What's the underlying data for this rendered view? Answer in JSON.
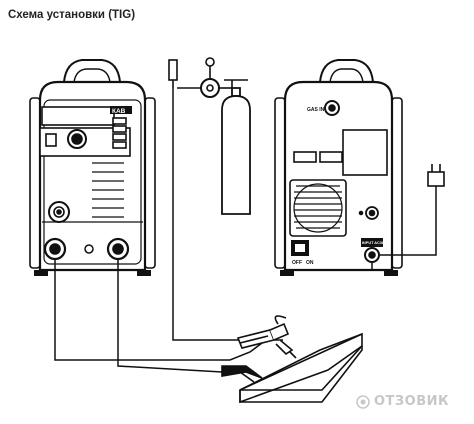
{
  "title": "Схема установки (TIG)",
  "front_panel": {
    "brand": "КАВ"
  },
  "rear_panel": {
    "gas_label": "GAS IN",
    "input_label": "INPUT\nAC380V",
    "switch_off": "OFF",
    "switch_on": "ON"
  },
  "watermark": "ОТЗОВИК"
}
